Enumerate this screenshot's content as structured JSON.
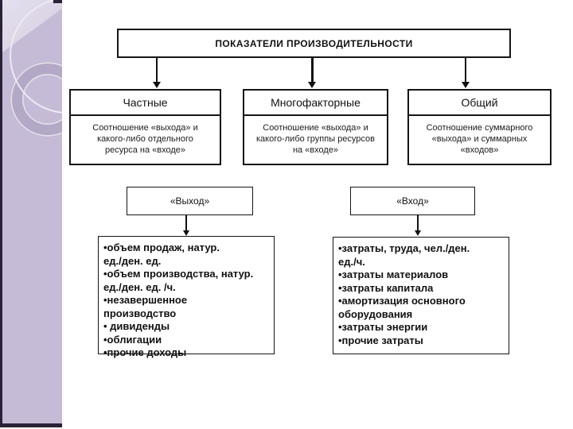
{
  "theme": {
    "sidebar_color": "#c5bbd7",
    "sidebar_dark": "#2a2236",
    "ring_color": "#b2a7c4",
    "line_color": "#111111"
  },
  "diagram": {
    "title": "ПОКАЗАТЕЛИ ПРОИЗВОДИТЕЛЬНОСТИ",
    "columns": [
      {
        "header": "Частные",
        "description_lines": [
          "Соотношение «выхода» и",
          "какого-либо отдельного",
          "ресурса на «входе»"
        ]
      },
      {
        "header": "Многофакторные",
        "description_lines": [
          "Соотношение «выхода» и",
          "какого-либо группы ресурсов",
          "на «входе»"
        ]
      },
      {
        "header": "Общий",
        "description_lines": [
          "Соотношение суммарного",
          "«выхода» и суммарных",
          "«входов»"
        ]
      }
    ],
    "output_box": {
      "label": "«Выход»",
      "items_lines": [
        "•объем продаж, натур.",
        "ед./ден. ед.",
        "•объем производства, натур.",
        "ед./ден. ед. /ч.",
        "•незавершенное",
        "производство",
        "• дивиденды",
        "•облигации",
        "•прочие доходы"
      ]
    },
    "input_box": {
      "label": "«Вход»",
      "items_lines": [
        "•затраты, труда, чел./ден.",
        "ед./ч.",
        "•затраты материалов",
        "•затраты капитала",
        "•амортизация основного",
        "оборудования",
        "•затраты энергии",
        "•прочие затраты"
      ]
    }
  }
}
